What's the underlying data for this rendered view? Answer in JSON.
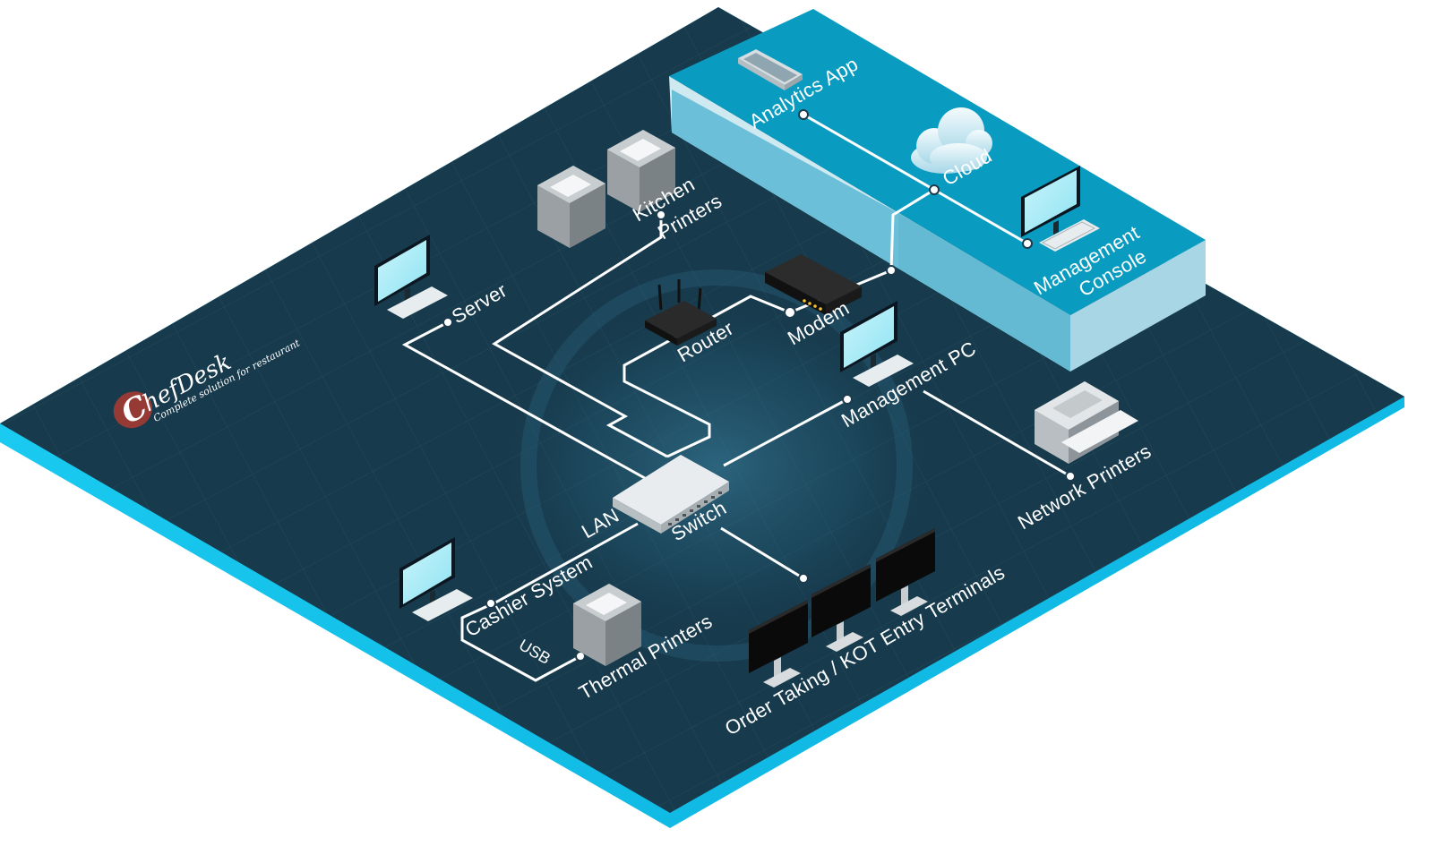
{
  "logo": {
    "initial": "C",
    "name": "hefDesk",
    "tagline": "Complete solution for restaurant"
  },
  "labels": {
    "analytics_app": "Analytics App",
    "cloud": "Cloud",
    "management_console_line1": "Management",
    "management_console_line2": "Console",
    "kitchen_printers_line1": "Kitchen",
    "kitchen_printers_line2": "Printers",
    "server": "Server",
    "router": "Router",
    "modem": "Modem",
    "management_pc": "Management PC",
    "network_printers": "Network Printers",
    "lan": "LAN",
    "switch": "Switch",
    "cashier_system": "Cashier System",
    "usb": "USB",
    "thermal_printers": "Thermal Printers",
    "order_terminals": "Order Taking / KOT Entry Terminals"
  },
  "colors": {
    "board": "#173a4c",
    "board_edge": "#12c6ef",
    "cloud_panel_top": "#0a9cc0",
    "cloud_panel_side": "#5fb8d4",
    "cloud_panel_front": "#9fd3e4",
    "wire": "#ffffff",
    "logo_badge": "#9c3a33"
  },
  "icons": {
    "tablet": "tablet-icon",
    "cloud": "cloud-icon",
    "monitor": "monitor-icon",
    "printer": "receipt-printer-icon",
    "router": "router-icon",
    "modem": "modem-icon",
    "switch": "network-switch-icon",
    "network_printer": "laser-printer-icon",
    "terminal": "terminal-icon"
  }
}
